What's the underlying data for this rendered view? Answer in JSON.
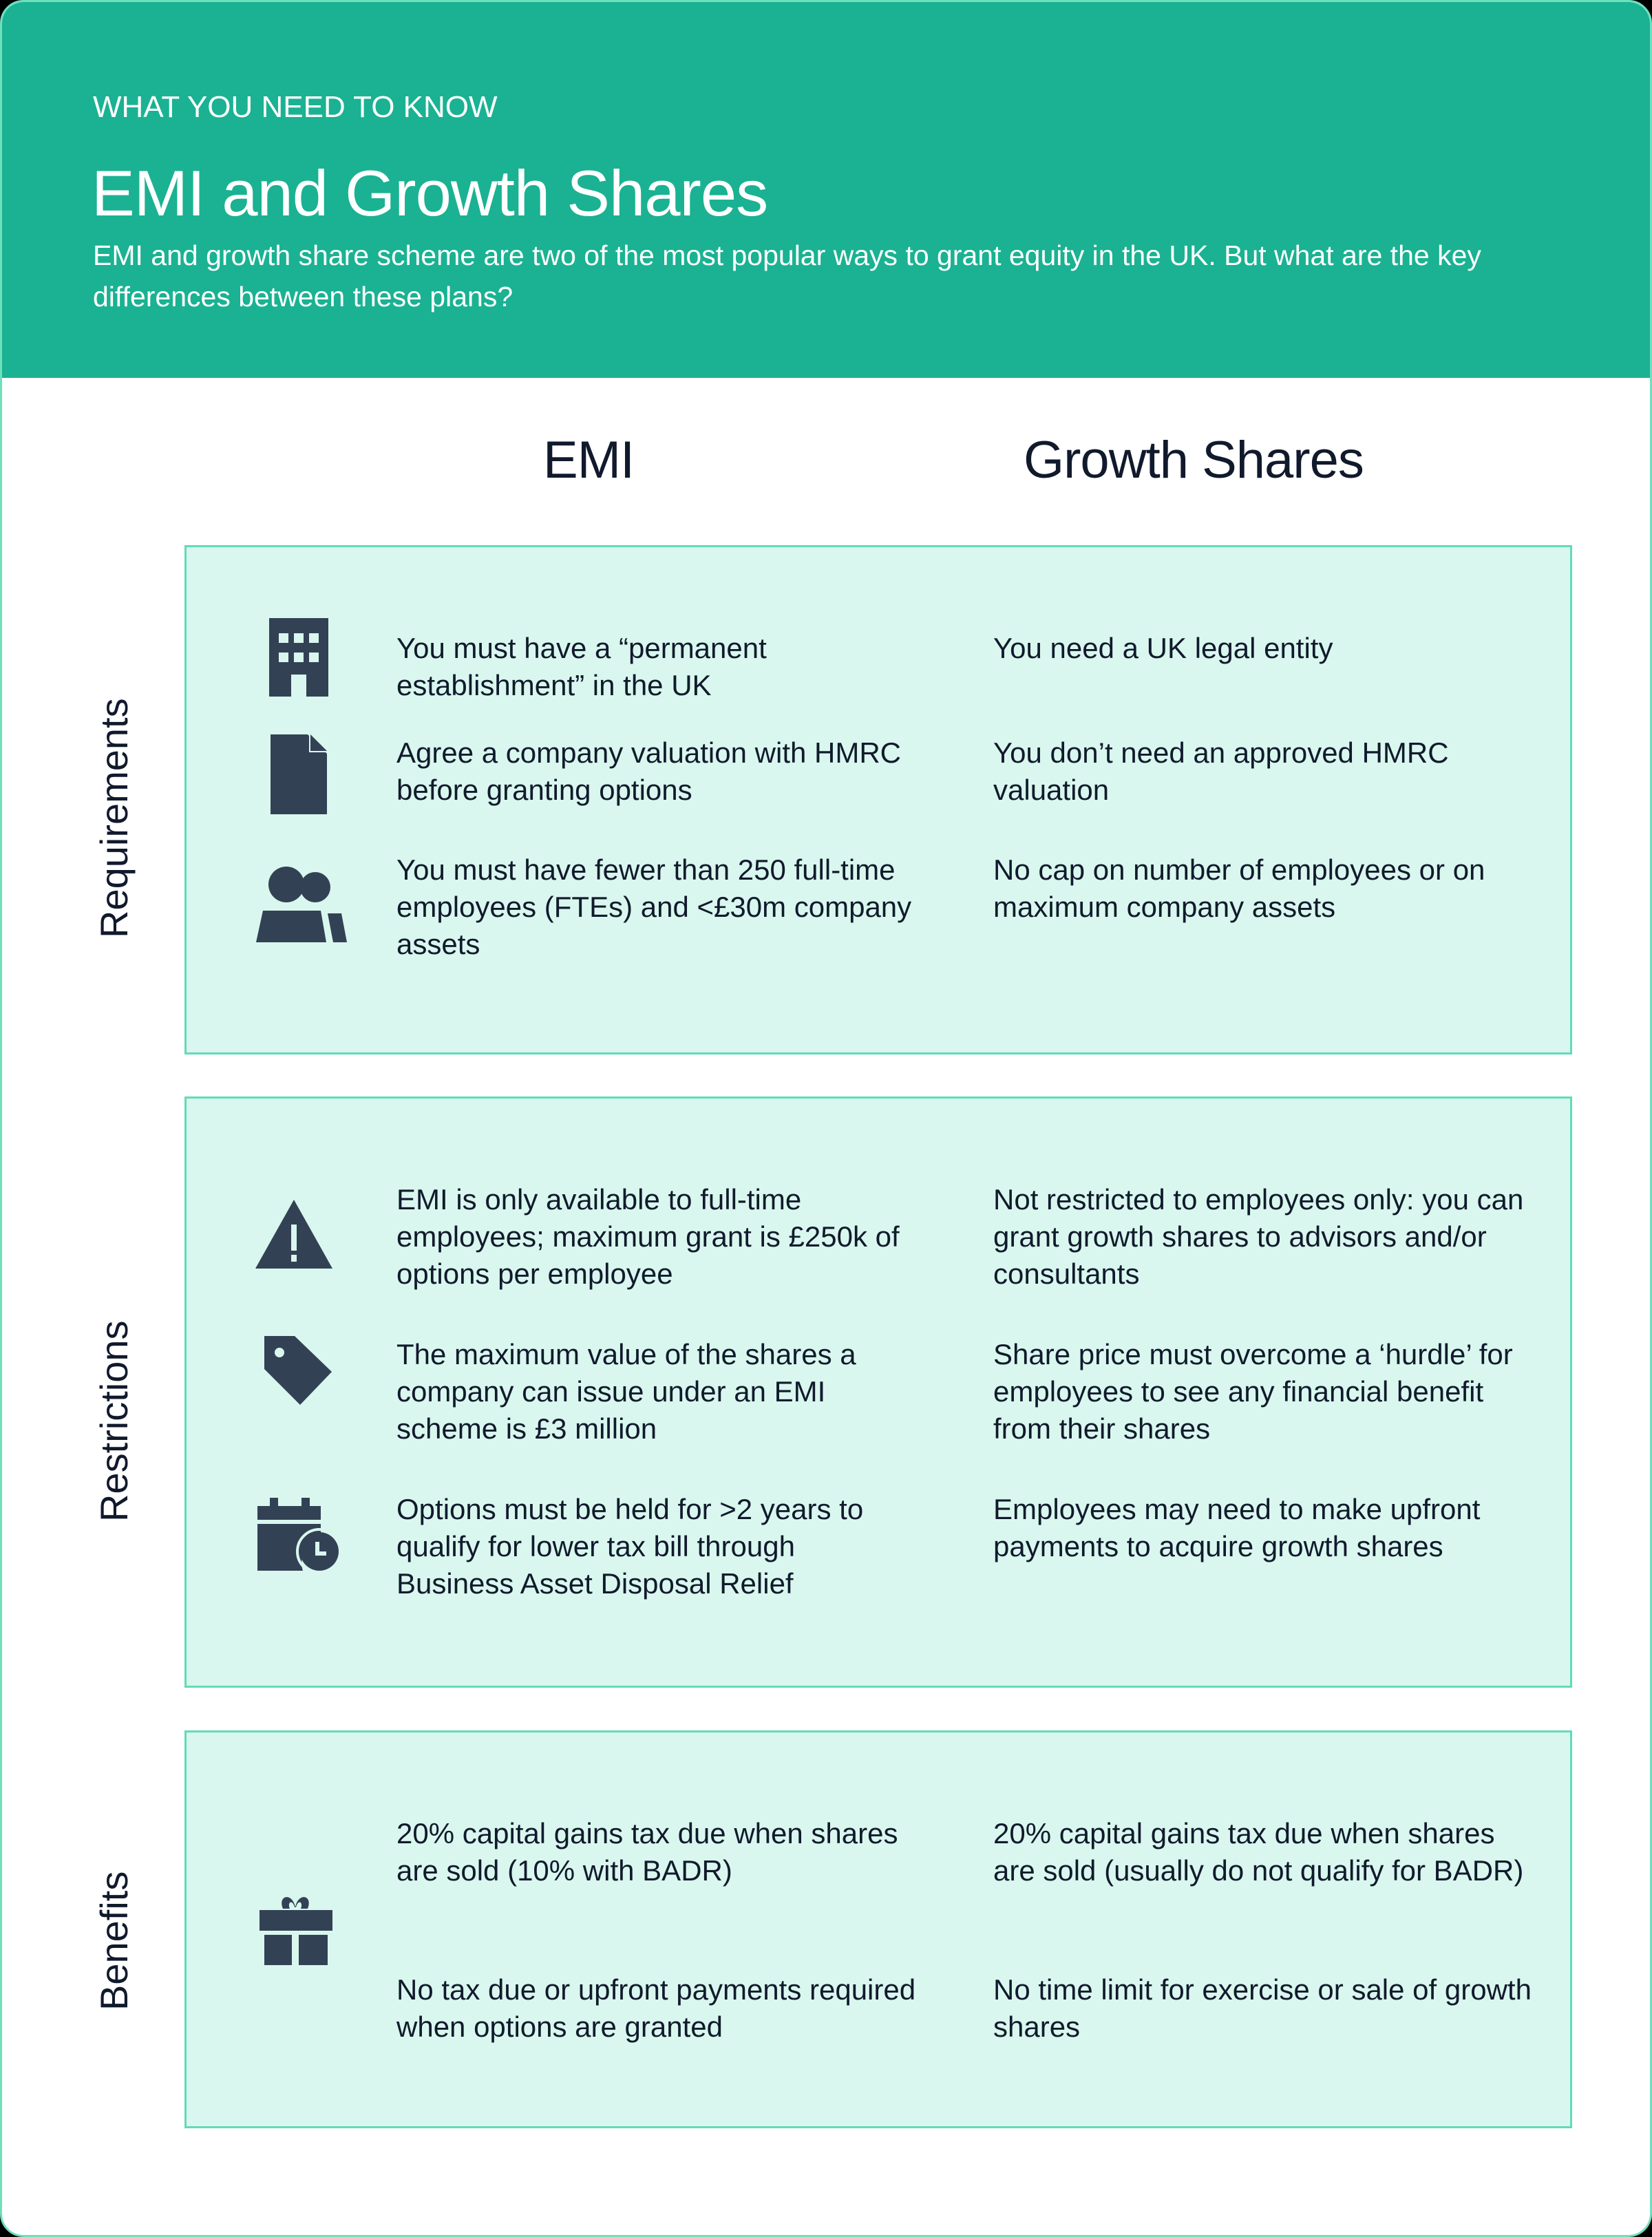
{
  "header": {
    "eyebrow": "WHAT YOU NEED TO KNOW",
    "title": "EMI and Growth Shares",
    "subtitle": "EMI and growth share scheme are two of the most popular ways to grant equity in the UK. But what are the key differences between these plans?"
  },
  "columns": {
    "emi": "EMI",
    "growth_shares": "Growth Shares"
  },
  "colors": {
    "header_bg": "#1ab292",
    "section_bg": "#d9f7ee",
    "section_border": "#62dbb6",
    "icon": "#334155",
    "text": "#111a2c"
  },
  "sections": [
    {
      "label": "Requirements",
      "rows": [
        {
          "icon": "building-icon",
          "emi": "You must have a “permanent establishment” in the UK",
          "growth_shares": "You need a UK legal entity"
        },
        {
          "icon": "document-icon",
          "emi": "Agree a company valuation with HMRC before granting options",
          "growth_shares": "You don’t need an approved HMRC valuation"
        },
        {
          "icon": "people-icon",
          "emi": "You must have fewer than 250 full-time employees (FTEs) and <£30m company assets",
          "growth_shares": "No cap on number of employees or on maximum company assets"
        }
      ]
    },
    {
      "label": "Restrictions",
      "rows": [
        {
          "icon": "warning-icon",
          "emi": "EMI is only available to full-time employees; maximum grant is £250k of options per employee",
          "growth_shares": "Not restricted to employees only: you can grant growth shares to advisors and/or consultants"
        },
        {
          "icon": "tag-icon",
          "emi": "The maximum value of the shares a company can issue under an EMI scheme is £3 million",
          "growth_shares": "Share price must overcome a ‘hurdle’ for employees to see any financial benefit from their shares"
        },
        {
          "icon": "calendar-clock-icon",
          "emi": "Options must be held for >2 years to qualify for lower tax bill through Business Asset Disposal Relief",
          "growth_shares": "Employees may need to make upfront payments to acquire growth shares"
        }
      ]
    },
    {
      "label": "Benefits",
      "icon": "gift-icon",
      "rows": [
        {
          "emi": "20% capital gains tax due when shares are sold (10% with BADR)",
          "growth_shares": "20% capital gains tax due when shares are sold (usually do not qualify for BADR)"
        },
        {
          "emi": "No tax due or upfront payments required when options are granted",
          "growth_shares": "No time limit for exercise or sale of growth shares"
        }
      ]
    }
  ]
}
